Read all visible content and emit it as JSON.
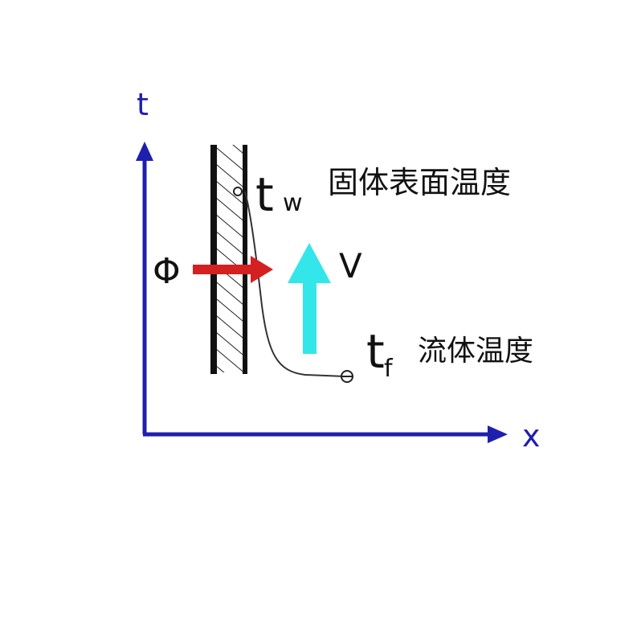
{
  "axes": {
    "y_label": "t",
    "x_label": "x",
    "color": "#1f1fae"
  },
  "labels": {
    "heat_flux": "Φ",
    "wall_temp_main": "t",
    "wall_temp_sub": "w",
    "wall_temp_desc": "固体表面温度",
    "velocity": "V",
    "fluid_temp_main": "t",
    "fluid_temp_sub": "f",
    "fluid_temp_desc": "流体温度"
  },
  "colors": {
    "heat_arrow": "#d42020",
    "velocity_arrow": "#33e6ea",
    "wall": "#111111",
    "curve": "#333333"
  }
}
